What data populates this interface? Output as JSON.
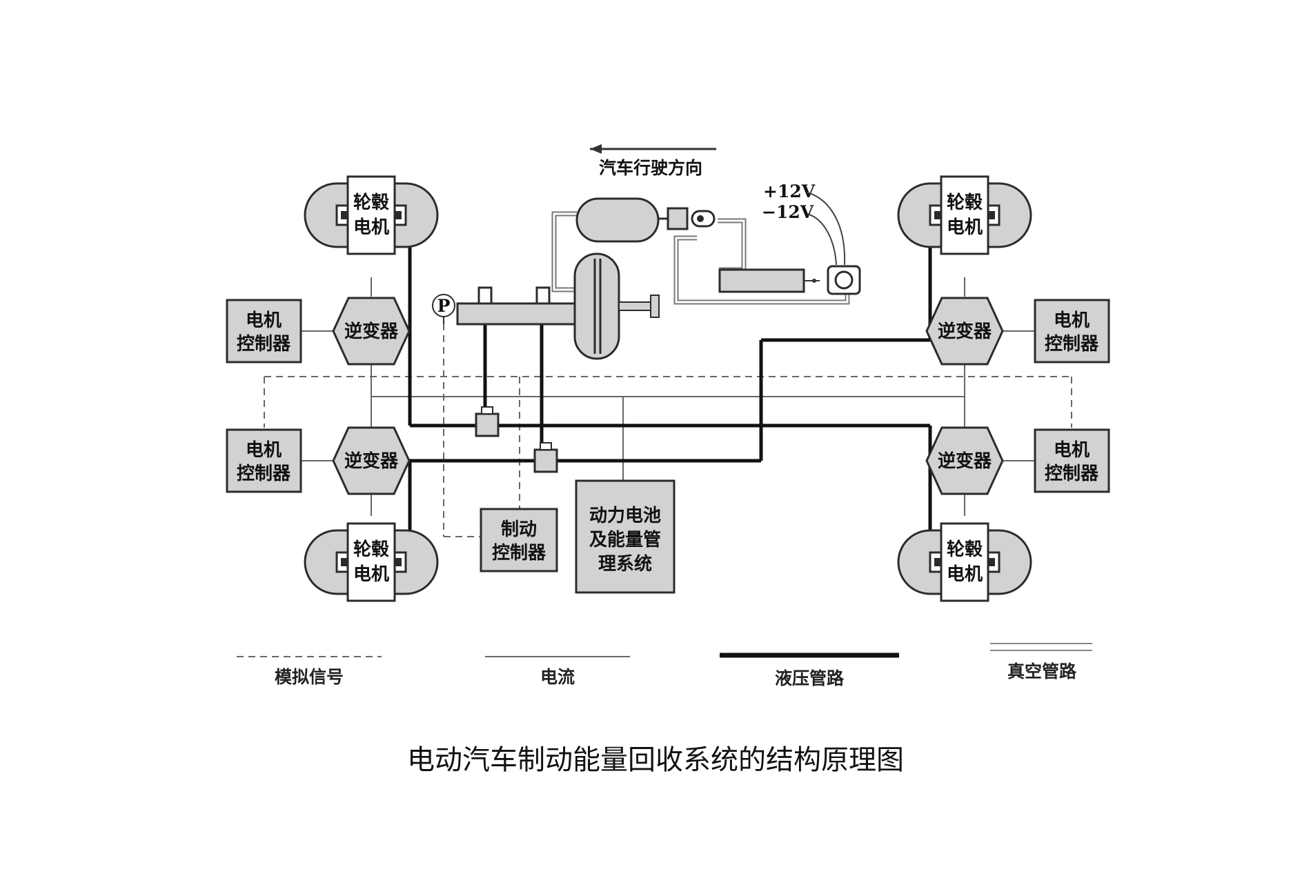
{
  "direction": {
    "label": "汽车行驶方向"
  },
  "voltage": {
    "plus": "+12V",
    "minus": "−12V"
  },
  "pressure_gauge": {
    "label": "P"
  },
  "wheels": {
    "front_left": {
      "line1": "轮毂",
      "line2": "电机"
    },
    "rear_left": {
      "line1": "轮毂",
      "line2": "电机"
    },
    "front_right": {
      "line1": "轮毂",
      "line2": "电机"
    },
    "rear_right": {
      "line1": "轮毂",
      "line2": "电机"
    }
  },
  "inverters": {
    "front_left": "逆变器",
    "rear_left": "逆变器",
    "front_right": "逆变器",
    "rear_right": "逆变器"
  },
  "motor_controllers": {
    "front_left": {
      "line1": "电机",
      "line2": "控制器"
    },
    "rear_left": {
      "line1": "电机",
      "line2": "控制器"
    },
    "front_right": {
      "line1": "电机",
      "line2": "控制器"
    },
    "rear_right": {
      "line1": "电机",
      "line2": "控制器"
    }
  },
  "brake_controller": {
    "line1": "制动",
    "line2": "控制器"
  },
  "battery": {
    "line1": "动力电池",
    "line2": "及能量管",
    "line3": "理系统"
  },
  "legend": {
    "analog_signal": "模拟信号",
    "current": "电流",
    "hydraulic": "液压管路",
    "vacuum": "真空管路"
  },
  "caption": "电动汽车制动能量回收系统的结构原理图"
}
